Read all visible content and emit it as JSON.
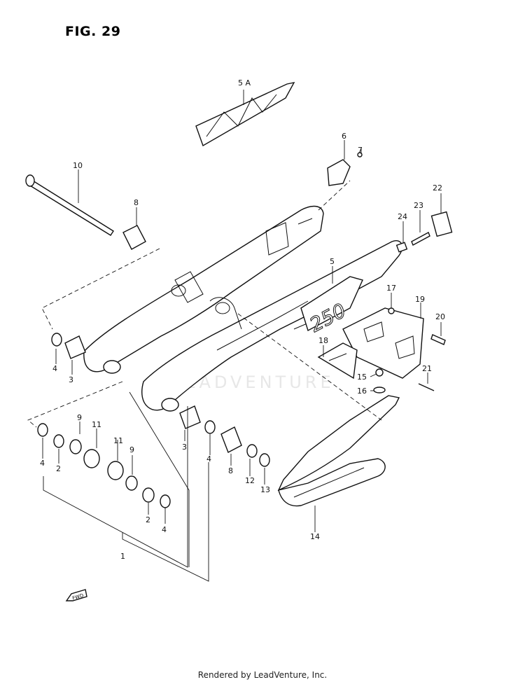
{
  "figure": {
    "title": "FIG. 29",
    "footer": "Rendered by LeadVenture, Inc.",
    "watermark": "LEADVENTURE",
    "direction_label": "FWD"
  },
  "decal_text": "250",
  "callouts": [
    {
      "id": "c5a",
      "label": "5 A"
    },
    {
      "id": "c6",
      "label": "6"
    },
    {
      "id": "c7",
      "label": "7"
    },
    {
      "id": "c10",
      "label": "10"
    },
    {
      "id": "c8a",
      "label": "8"
    },
    {
      "id": "c22",
      "label": "22"
    },
    {
      "id": "c23",
      "label": "23"
    },
    {
      "id": "c24",
      "label": "24"
    },
    {
      "id": "c5",
      "label": "5"
    },
    {
      "id": "c17",
      "label": "17"
    },
    {
      "id": "c19",
      "label": "19"
    },
    {
      "id": "c20",
      "label": "20"
    },
    {
      "id": "c18",
      "label": "18"
    },
    {
      "id": "c15",
      "label": "15"
    },
    {
      "id": "c16",
      "label": "16"
    },
    {
      "id": "c21",
      "label": "21"
    },
    {
      "id": "c4a",
      "label": "4"
    },
    {
      "id": "c3a",
      "label": "3"
    },
    {
      "id": "c9a",
      "label": "9"
    },
    {
      "id": "c11a",
      "label": "11"
    },
    {
      "id": "c11b",
      "label": "11"
    },
    {
      "id": "c9b",
      "label": "9"
    },
    {
      "id": "c4b",
      "label": "4"
    },
    {
      "id": "c2a",
      "label": "2"
    },
    {
      "id": "c3b",
      "label": "3"
    },
    {
      "id": "c4c",
      "label": "4"
    },
    {
      "id": "c8b",
      "label": "8"
    },
    {
      "id": "c12",
      "label": "12"
    },
    {
      "id": "c13",
      "label": "13"
    },
    {
      "id": "c2b",
      "label": "2"
    },
    {
      "id": "c4d",
      "label": "4"
    },
    {
      "id": "c14",
      "label": "14"
    },
    {
      "id": "c1",
      "label": "1"
    }
  ]
}
